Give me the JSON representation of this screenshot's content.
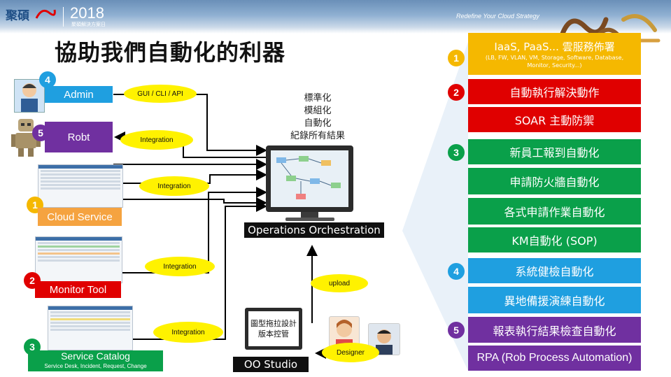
{
  "header": {
    "logo_cn": "聚碩",
    "logo_year": "2018",
    "logo_sub": "聚碩解決方案日",
    "tagline": "Redefine Your Cloud Strategy"
  },
  "title": "協助我們自動化的利器",
  "left_items": [
    {
      "num": "4",
      "label": "Admin",
      "connector": "GUI / CLI / API"
    },
    {
      "num": "5",
      "label": "Robt",
      "connector": "Integration"
    },
    {
      "num": "1",
      "label": "Cloud Service",
      "connector": "Integration"
    },
    {
      "num": "2",
      "label": "Monitor Tool",
      "connector": "Integration"
    },
    {
      "num": "3",
      "label": "Service Catalog",
      "sublabel": "Service Desk, Incident, Request, Change",
      "connector": "Integration"
    }
  ],
  "orchestration": {
    "features": [
      "標準化",
      "模組化",
      "自動化",
      "紀錄所有結果"
    ],
    "label": "Operations Orchestration"
  },
  "studio": {
    "screen_text": [
      "圖型拖拉設計",
      "版本控管"
    ],
    "label": "OO Studio",
    "upload": "upload",
    "designer": "Designer"
  },
  "right_items": [
    {
      "num": "1",
      "text": "IaaS, PaaS... 雲服務佈署",
      "sub": "(LB, FW, VLAN, VM, Storage, Software, Database, Monitor, Security...)"
    },
    {
      "num": "2",
      "text": "自動執行解決動作"
    },
    {
      "text": "SOAR 主動防禦"
    },
    {
      "num": "3",
      "text": "新員工報到自動化"
    },
    {
      "text": "申請防火牆自動化"
    },
    {
      "text": "各式申請作業自動化"
    },
    {
      "text": "KM自動化 (SOP)"
    },
    {
      "num": "4",
      "text": "系統健檢自動化"
    },
    {
      "text": "異地備援演練自動化"
    },
    {
      "num": "5",
      "text": "報表執行結果檢查自動化"
    },
    {
      "text": "RPA (Rob Process Automation)"
    }
  ],
  "colors": {
    "blue": "#1f9fe0",
    "purple": "#7030a0",
    "orange": "#f5a340",
    "red": "#e00000",
    "green": "#0aa04a",
    "gold": "#f5b800",
    "yellow": "#fff200",
    "dark": "#0f0f0f"
  }
}
